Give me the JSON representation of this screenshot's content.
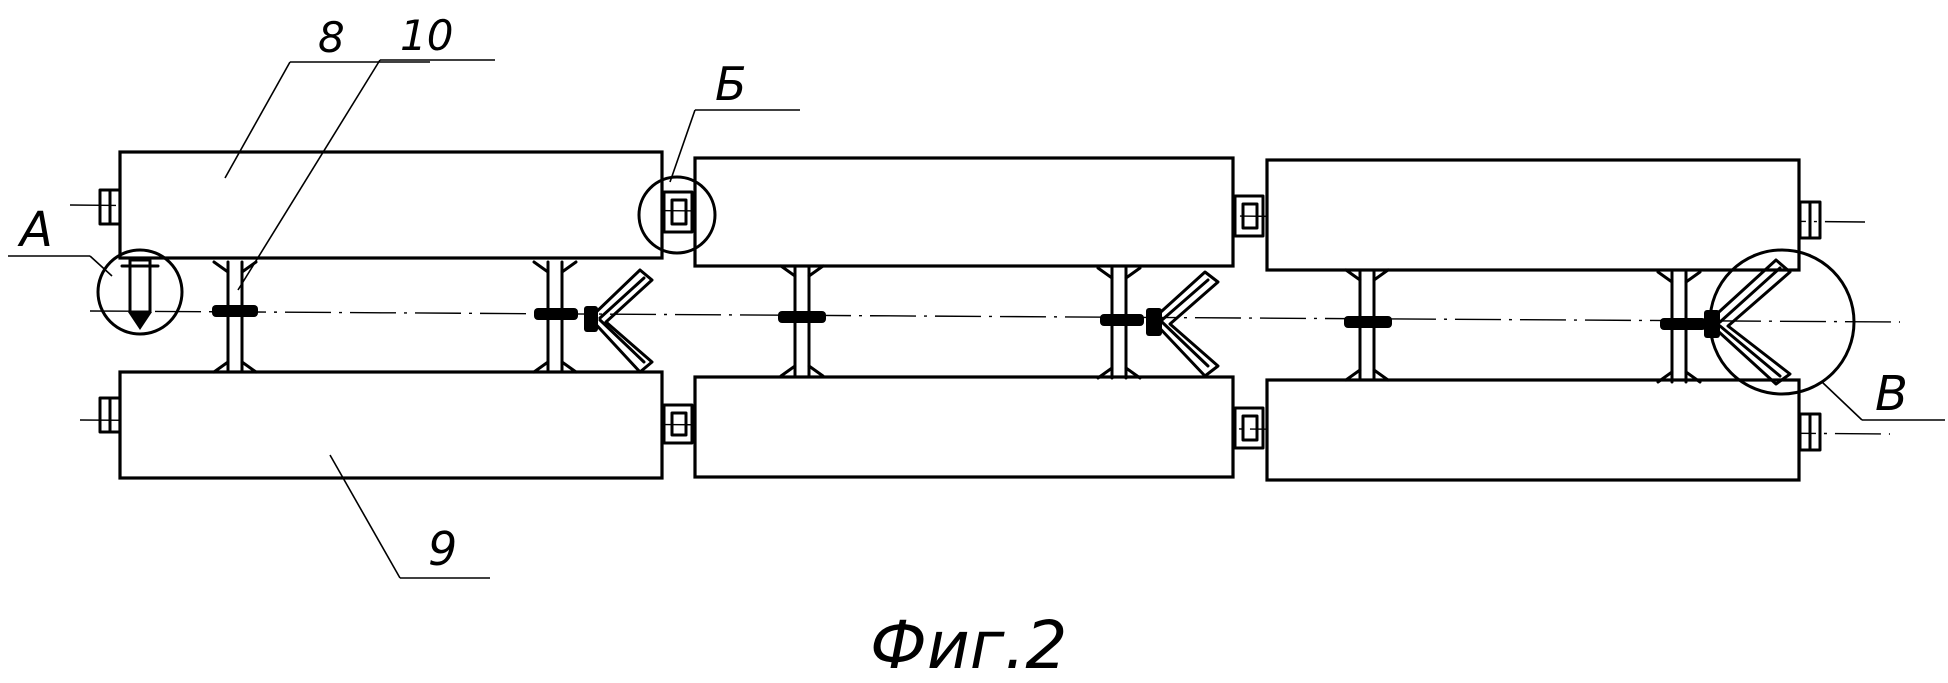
{
  "labels": {
    "num_8": "8",
    "num_10": "10",
    "num_9": "9",
    "view_a": "А",
    "view_b": "Б",
    "view_v": "В"
  },
  "caption": "Фиг.2"
}
